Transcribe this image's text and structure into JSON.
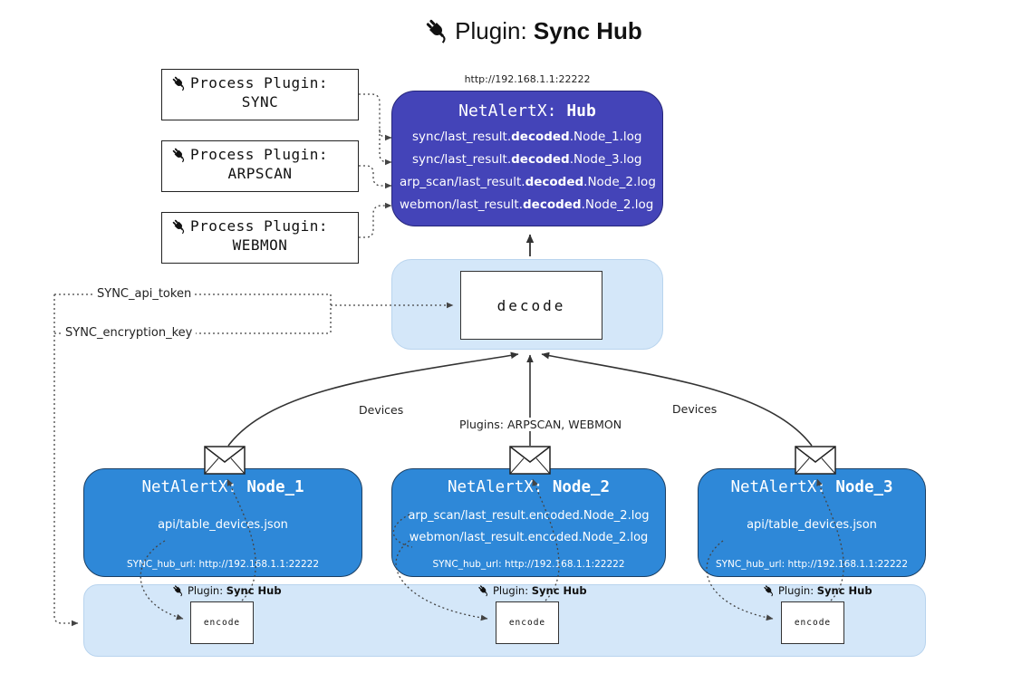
{
  "title": {
    "label": "Plugin: ",
    "bold": "Sync Hub"
  },
  "hub": {
    "url": "http://192.168.1.1:22222",
    "name": "NetAlertX: ",
    "name_bold": "Hub",
    "lines": [
      {
        "pre": "sync/last_result.",
        "bold": "decoded",
        "post": ".Node_1.log"
      },
      {
        "pre": "sync/last_result.",
        "bold": "decoded",
        "post": ".Node_3.log"
      },
      {
        "pre": "arp_scan/last_result.",
        "bold": "decoded",
        "post": ".Node_2.log"
      },
      {
        "pre": "webmon/last_result.",
        "bold": "decoded",
        "post": ".Node_2.log"
      }
    ]
  },
  "process_plugins": [
    {
      "label": "Process Plugin:",
      "name": "SYNC"
    },
    {
      "label": "Process Plugin:",
      "name": "ARPSCAN"
    },
    {
      "label": "Process Plugin:",
      "name": "WEBMON"
    }
  ],
  "decode": {
    "label": "decode"
  },
  "config": {
    "api_token": "SYNC_api_token",
    "encryption_key": "SYNC_encryption_key"
  },
  "flows": {
    "left": "Devices",
    "center": "Plugins: ARPSCAN, WEBMON",
    "right": "Devices"
  },
  "nodes": [
    {
      "name": "NetAlertX: ",
      "name_bold": "Node_1",
      "lines": [
        "api/table_devices.json"
      ],
      "hub_url": "SYNC_hub_url: http://192.168.1.1:22222"
    },
    {
      "name": "NetAlertX: ",
      "name_bold": "Node_2",
      "lines": [
        "arp_scan/last_result.encoded.Node_2.log",
        "webmon/last_result.encoded.Node_2.log"
      ],
      "hub_url": "SYNC_hub_url: http://192.168.1.1:22222"
    },
    {
      "name": "NetAlertX: ",
      "name_bold": "Node_3",
      "lines": [
        "api/table_devices.json"
      ],
      "hub_url": "SYNC_hub_url: http://192.168.1.1:22222"
    }
  ],
  "encoders": [
    {
      "plugin": "Plugin: ",
      "plugin_bold": "Sync Hub",
      "label": "encode"
    },
    {
      "plugin": "Plugin: ",
      "plugin_bold": "Sync Hub",
      "label": "encode"
    },
    {
      "plugin": "Plugin: ",
      "plugin_bold": "Sync Hub",
      "label": "encode"
    }
  ],
  "colors": {
    "hub_bg": "#4444b8",
    "node_bg": "#2e88d8",
    "panel_bg": "#d4e7f9",
    "text_light": "#ffffff",
    "line": "#333333"
  }
}
